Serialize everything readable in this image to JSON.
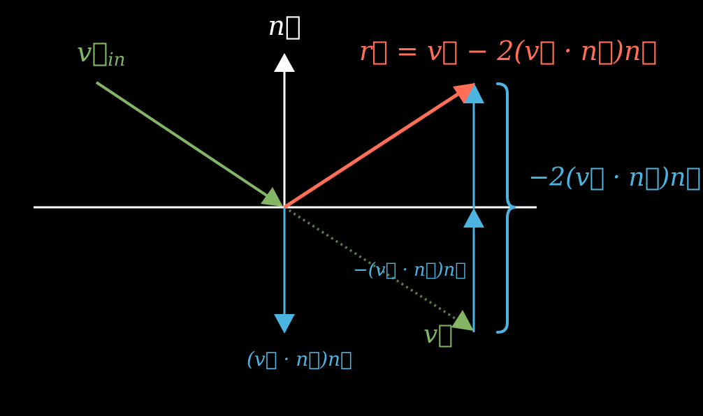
{
  "colors": {
    "background": "#000000",
    "normal": "#ffffff",
    "incident": "#82b564",
    "reflected": "#ff6e55",
    "projection": "#4bb4e0"
  },
  "labels": {
    "normal": "n⃗",
    "incident": "v⃗",
    "incident_sub": "in",
    "reflection_formula": "r⃗ = v⃗ − 2(v⃗ · n⃗)n⃗",
    "double_projection": "−2(v⃗ · n⃗)n⃗",
    "neg_projection": "−(v⃗ · n⃗)n⃗",
    "v_vector": "v⃗",
    "projection": "(v⃗ · n⃗)n⃗"
  }
}
